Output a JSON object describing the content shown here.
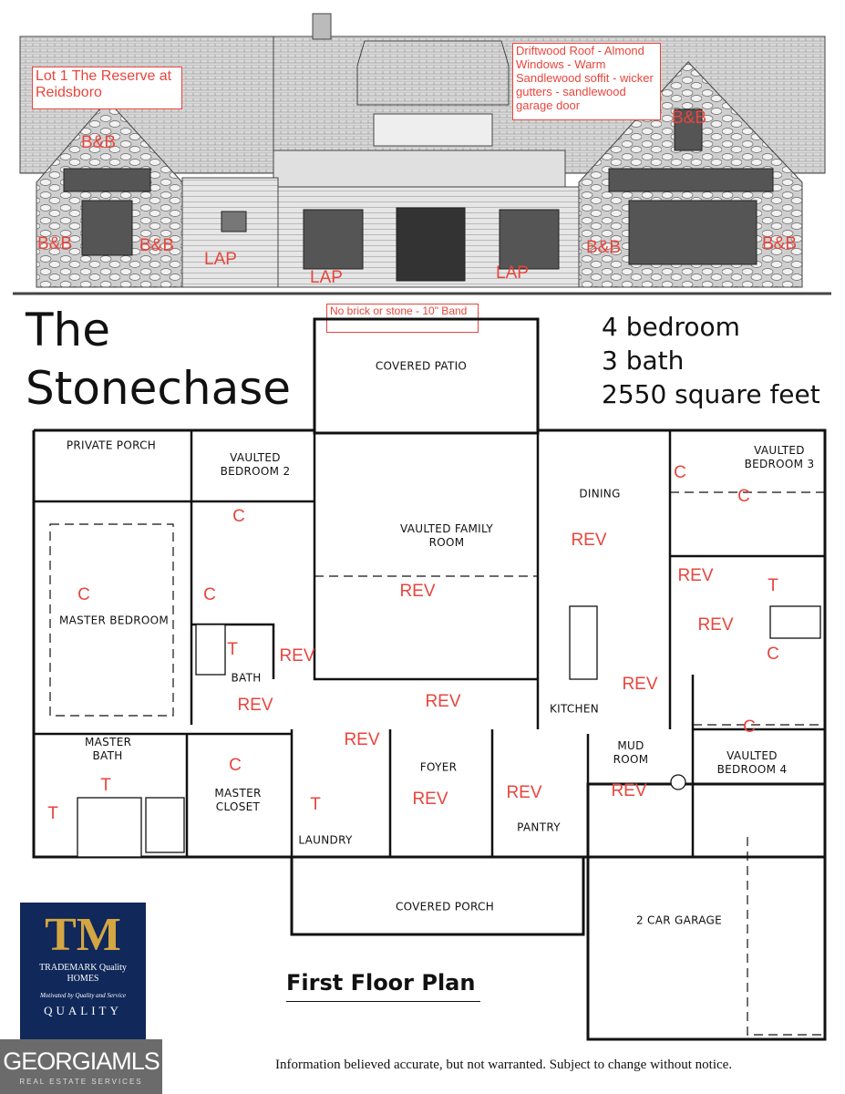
{
  "elevation": {
    "lot_note": "Lot 1 The Reserve at Reidsboro",
    "color_note": "Driftwood Roof - Almond Windows - Warm Sandlewood soffit - wicker gutters - sandlewood garage door",
    "band_note": "No brick or stone - 10\" Band",
    "material_labels": [
      "B&B",
      "B&B",
      "B&B",
      "B&B",
      "B&B",
      "B&B",
      "LAP",
      "LAP",
      "LAP"
    ]
  },
  "plan": {
    "name_line1": "The",
    "name_line2": "Stonechase",
    "bedrooms": "4 bedroom",
    "baths": "3 bath",
    "area": "2550 square feet",
    "plan_title": "First Floor Plan",
    "rooms": [
      "COVERED PATIO",
      "PRIVATE PORCH",
      "VAULTED BEDROOM 2",
      "VAULTED FAMILY ROOM",
      "DINING",
      "VAULTED BEDROOM 3",
      "MASTER BEDROOM",
      "BATH",
      "KITCHEN",
      "MASTER BATH",
      "MASTER CLOSET",
      "LAUNDRY",
      "FOYER",
      "PANTRY",
      "MUD ROOM",
      "VAULTED BEDROOM 4",
      "COVERED PORCH",
      "2 CAR GARAGE"
    ],
    "markups": [
      "C",
      "C",
      "C",
      "T",
      "REV",
      "REV",
      "REV",
      "REV",
      "REV",
      "REV",
      "REV",
      "REV",
      "REV",
      "REV",
      "REV",
      "REV",
      "C",
      "C",
      "T",
      "C",
      "C",
      "C",
      "T",
      "T",
      "T"
    ]
  },
  "branding": {
    "builder_logo": "TRADEMARK Quality HOMES",
    "builder_tagline": "Motivated by Quality and Service",
    "builder_extra": "QUALITY",
    "mls_logo": "GEORGIAMLS",
    "mls_sub": "REAL ESTATE SERVICES"
  },
  "disclaimer": "Information believed accurate, but not warranted. Subject to change without notice.",
  "colors": {
    "markup": "#e8453c",
    "logo_bg": "#10285a",
    "logo_gold": "#d4a642",
    "mls_bg": "#6b6b6b"
  }
}
